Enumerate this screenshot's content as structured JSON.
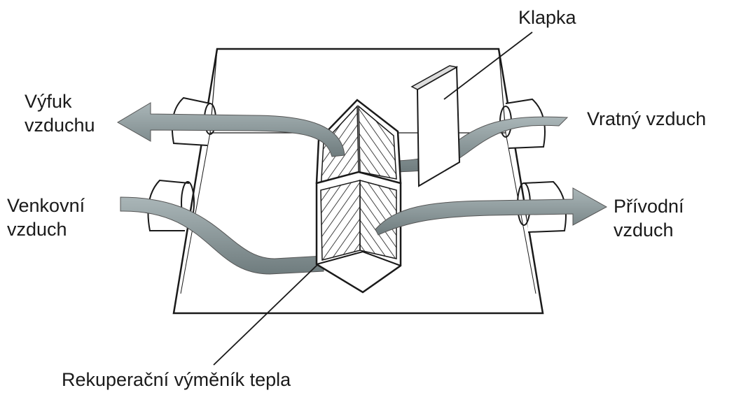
{
  "labels": {
    "damper": "Klapka",
    "exhaust_air": [
      "Výfuk",
      "vzduchu"
    ],
    "return_air": "Vratný vzduch",
    "outdoor_air": [
      "Venkovní",
      "vzduch"
    ],
    "supply_air": [
      "Přívodní",
      "vzduch"
    ],
    "heat_exchanger": "Rekuperační výměník tepla"
  },
  "colors": {
    "outline": "#1a1a1a",
    "arrow_fill": "#8e9c9e",
    "arrow_dark": "#5f6b6d",
    "hatch": "#444444",
    "background": "#ffffff"
  }
}
